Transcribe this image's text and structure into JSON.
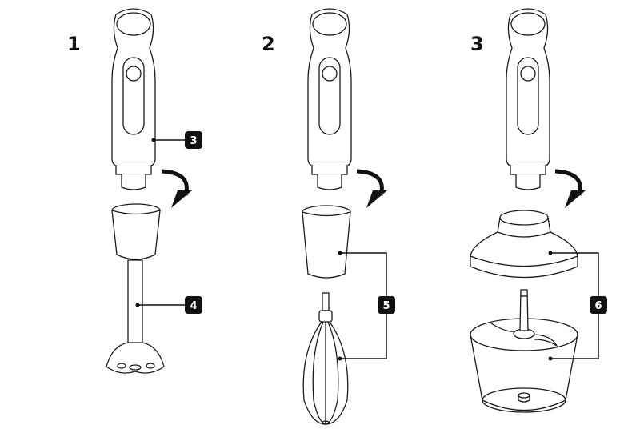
{
  "steps": [
    "1",
    "2",
    "3"
  ],
  "callouts": {
    "handle": "3",
    "blender_shaft": "4",
    "whisk": "5",
    "chopper": "6"
  },
  "colors": {
    "ink": "#111111",
    "background": "#ffffff"
  }
}
